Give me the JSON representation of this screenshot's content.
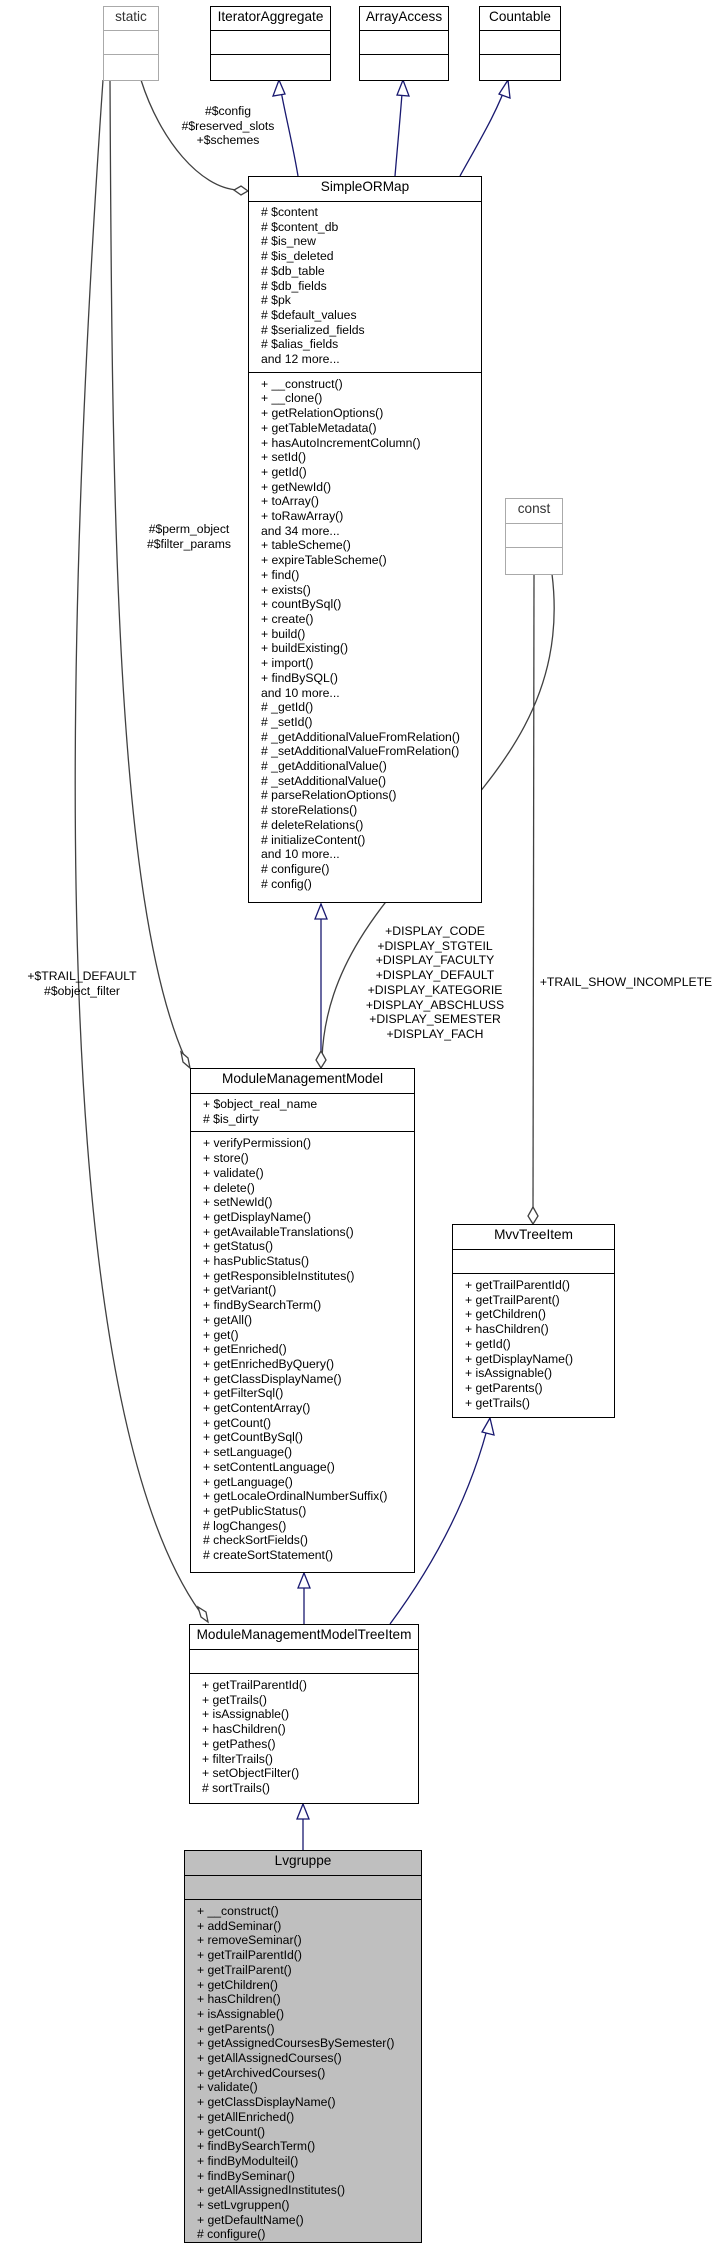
{
  "classes": {
    "static": {
      "name": "static",
      "attrs": [],
      "methods": []
    },
    "iterator_aggregate": {
      "name": "IteratorAggregate",
      "attrs": [],
      "methods": []
    },
    "array_access": {
      "name": "ArrayAccess",
      "attrs": [],
      "methods": []
    },
    "countable": {
      "name": "Countable",
      "attrs": [],
      "methods": []
    },
    "simple_orm": {
      "name": "SimpleORMap",
      "attrs": [
        "# $content",
        "# $content_db",
        "# $is_new",
        "# $is_deleted",
        "# $db_table",
        "# $db_fields",
        "# $pk",
        "# $default_values",
        "# $serialized_fields",
        "# $alias_fields",
        "and 12 more..."
      ],
      "methods": [
        "+ __construct()",
        "+ __clone()",
        "+ getRelationOptions()",
        "+ getTableMetadata()",
        "+ hasAutoIncrementColumn()",
        "+ setId()",
        "+ getId()",
        "+ getNewId()",
        "+ toArray()",
        "+ toRawArray()",
        "and 34 more...",
        "+ tableScheme()",
        "+ expireTableScheme()",
        "+ find()",
        "+ exists()",
        "+ countBySql()",
        "+ create()",
        "+ build()",
        "+ buildExisting()",
        "+ import()",
        "+ findBySQL()",
        "and 10 more...",
        "# _getId()",
        "# _setId()",
        "# _getAdditionalValueFromRelation()",
        "# _setAdditionalValueFromRelation()",
        "# _getAdditionalValue()",
        "# _setAdditionalValue()",
        "# parseRelationOptions()",
        "# storeRelations()",
        "# deleteRelations()",
        "# initializeContent()",
        "and 10 more...",
        "# configure()",
        "# config()"
      ]
    },
    "const": {
      "name": "const",
      "attrs": [],
      "methods": []
    },
    "module_model": {
      "name": "ModuleManagementModel",
      "attrs": [
        "+ $object_real_name",
        "# $is_dirty"
      ],
      "methods": [
        "+ verifyPermission()",
        "+ store()",
        "+ validate()",
        "+ delete()",
        "+ setNewId()",
        "+ getDisplayName()",
        "+ getAvailableTranslations()",
        "+ getStatus()",
        "+ hasPublicStatus()",
        "+ getResponsibleInstitutes()",
        "+ getVariant()",
        "+ findBySearchTerm()",
        "+ getAll()",
        "+ get()",
        "+ getEnriched()",
        "+ getEnrichedByQuery()",
        "+ getClassDisplayName()",
        "+ getFilterSql()",
        "+ getContentArray()",
        "+ getCount()",
        "+ getCountBySql()",
        "+ setLanguage()",
        "+ setContentLanguage()",
        "+ getLanguage()",
        "+ getLocaleOrdinalNumberSuffix()",
        "+ getPublicStatus()",
        "# logChanges()",
        "# checkSortFields()",
        "# createSortStatement()"
      ]
    },
    "mvv_tree_item": {
      "name": "MvvTreeItem",
      "attrs": [],
      "methods": [
        "+ getTrailParentId()",
        "+ getTrailParent()",
        "+ getChildren()",
        "+ hasChildren()",
        "+ getId()",
        "+ getDisplayName()",
        "+ isAssignable()",
        "+ getParents()",
        "+ getTrails()"
      ]
    },
    "module_tree_item": {
      "name": "ModuleManagementModelTreeItem",
      "attrs": [],
      "methods": [
        "+ getTrailParentId()",
        "+ getTrails()",
        "+ isAssignable()",
        "+ hasChildren()",
        "+ getPathes()",
        "+ filterTrails()",
        "+ setObjectFilter()",
        "# sortTrails()"
      ]
    },
    "lvgruppe": {
      "name": "Lvgruppe",
      "attrs": [],
      "methods": [
        "+ __construct()",
        "+ addSeminar()",
        "+ removeSeminar()",
        "+ getTrailParentId()",
        "+ getTrailParent()",
        "+ getChildren()",
        "+ hasChildren()",
        "+ isAssignable()",
        "+ getParents()",
        "+ getAssignedCoursesBySemester()",
        "+ getAllAssignedCourses()",
        "+ getArchivedCourses()",
        "+ validate()",
        "+ getClassDisplayName()",
        "+ getAllEnriched()",
        "+ getCount()",
        "+ findBySearchTerm()",
        "+ findByModulteil()",
        "+ findBySeminar()",
        "+ getAllAssignedInstitutes()",
        "+ setLvgruppen()",
        "+ getDefaultName()",
        "# configure()"
      ]
    }
  },
  "edge_labels": {
    "static_orm": [
      "#$config",
      "#$reserved_slots",
      "+$schemes"
    ],
    "static_mmm": [
      "#$perm_object",
      "#$filter_params"
    ],
    "static_tree": [
      "+$TRAIL_DEFAULT",
      "#$object_filter"
    ],
    "const_mmm": [
      "+DISPLAY_CODE",
      "+DISPLAY_STGTEIL",
      "+DISPLAY_FACULTY",
      "+DISPLAY_DEFAULT",
      "+DISPLAY_KATEGORIE",
      "+DISPLAY_ABSCHLUSS",
      "+DISPLAY_SEMESTER",
      "+DISPLAY_FACH"
    ],
    "const_mvv": [
      "+TRAIL_SHOW_INCOMPLETE"
    ]
  },
  "colors": {
    "inheritance": "#191970",
    "association": "#404040",
    "focus_fill": "#bfbfbf",
    "external_border": "#aaaaaa"
  }
}
